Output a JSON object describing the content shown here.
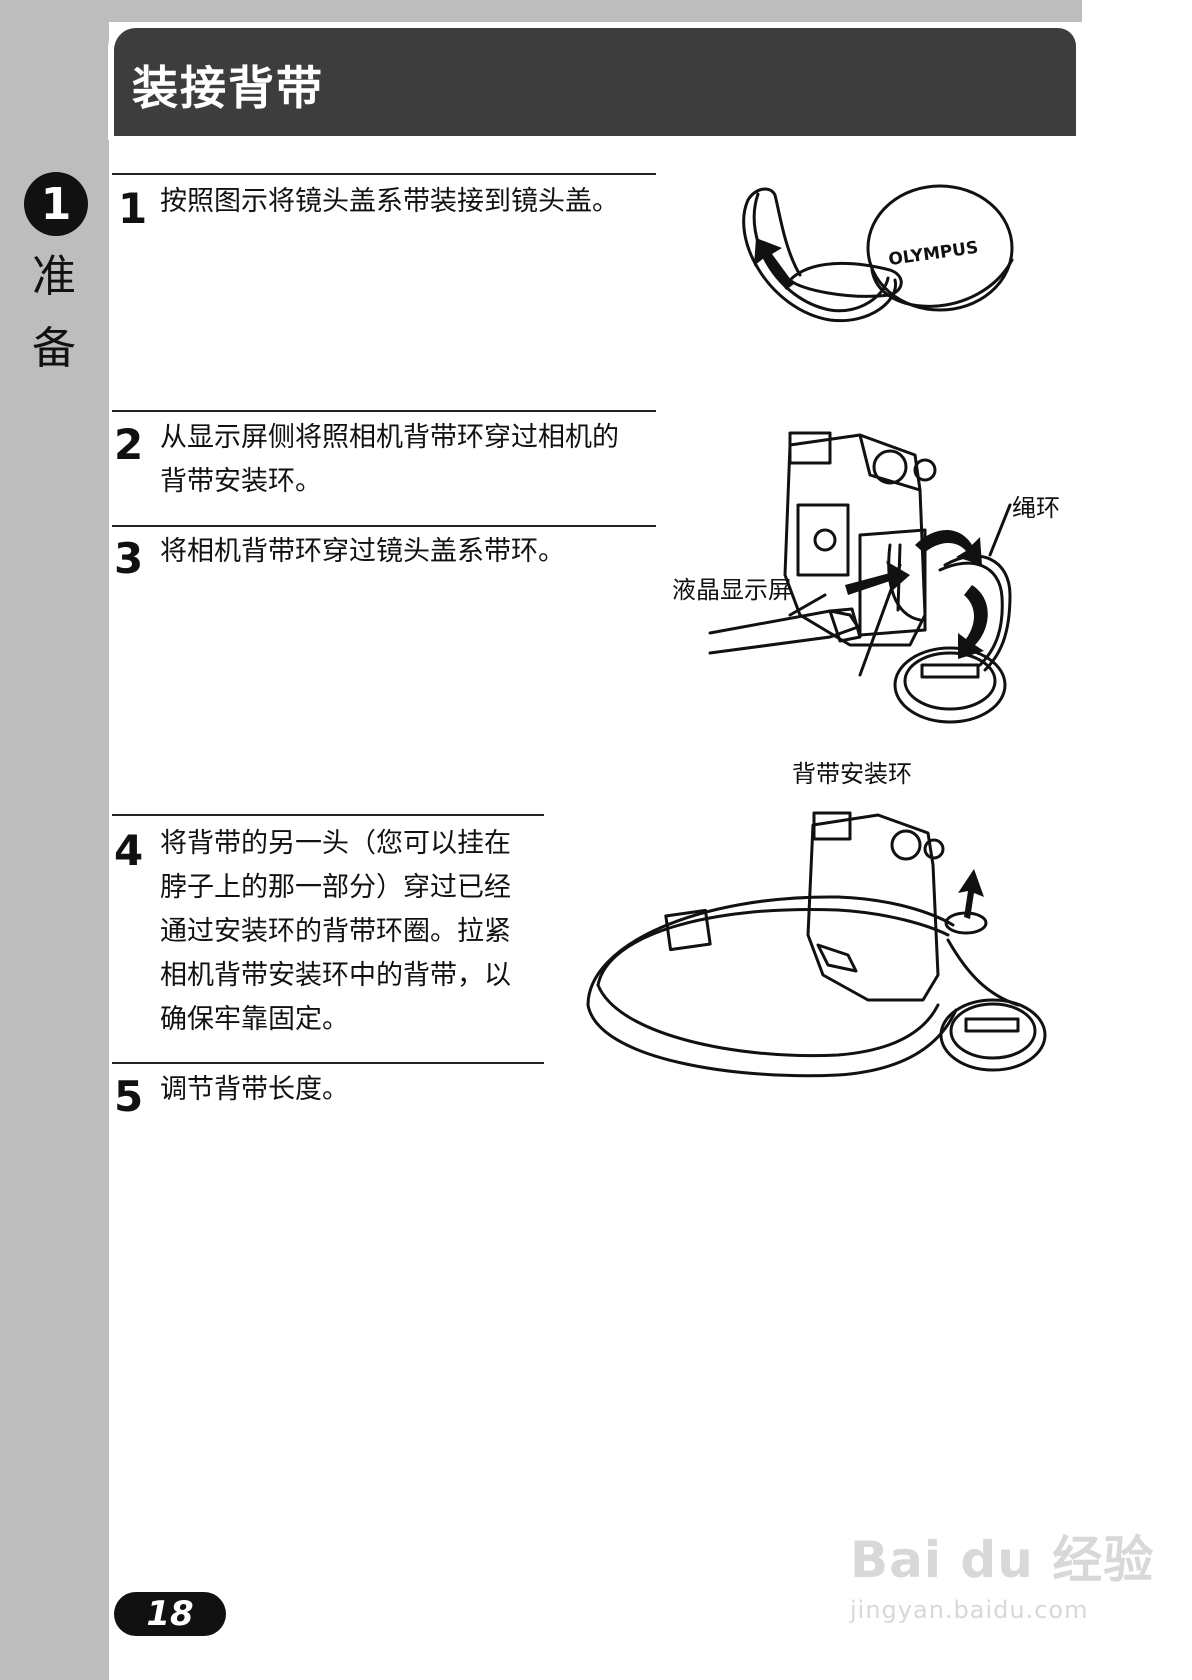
{
  "header": {
    "title": "装接背带"
  },
  "sidebar": {
    "chapter_number": "1",
    "chapter_title_1": "准",
    "chapter_title_2": "备"
  },
  "steps": [
    {
      "number": "1",
      "lines": [
        "按照图示将镜头盖系带装接到镜头盖。"
      ]
    },
    {
      "number": "2",
      "lines": [
        "从显示屏侧将照相机背带环穿过相机的",
        "背带安装环。"
      ]
    },
    {
      "number": "3",
      "lines": [
        "将相机背带环穿过镜头盖系带环。"
      ]
    },
    {
      "number": "4",
      "lines": [
        "将背带的另一头（您可以挂在",
        "脖子上的那一部分）穿过已经",
        "通过安装环的背带环圈。拉紧",
        "相机背带安装环中的背带，以",
        "确保牢靠固定。"
      ]
    },
    {
      "number": "5",
      "lines": [
        "调节背带长度。"
      ]
    }
  ],
  "illustrations": {
    "lens_cap_brand": "OLYMPUS",
    "labels": {
      "string_loop": "绳环",
      "lcd_monitor": "液晶显示屏",
      "strap_eyelet": "背带安装环"
    }
  },
  "footer": {
    "page_number": "18"
  },
  "watermark": {
    "main": "Bai du 经验",
    "sub": "jingyan.baidu.com"
  }
}
